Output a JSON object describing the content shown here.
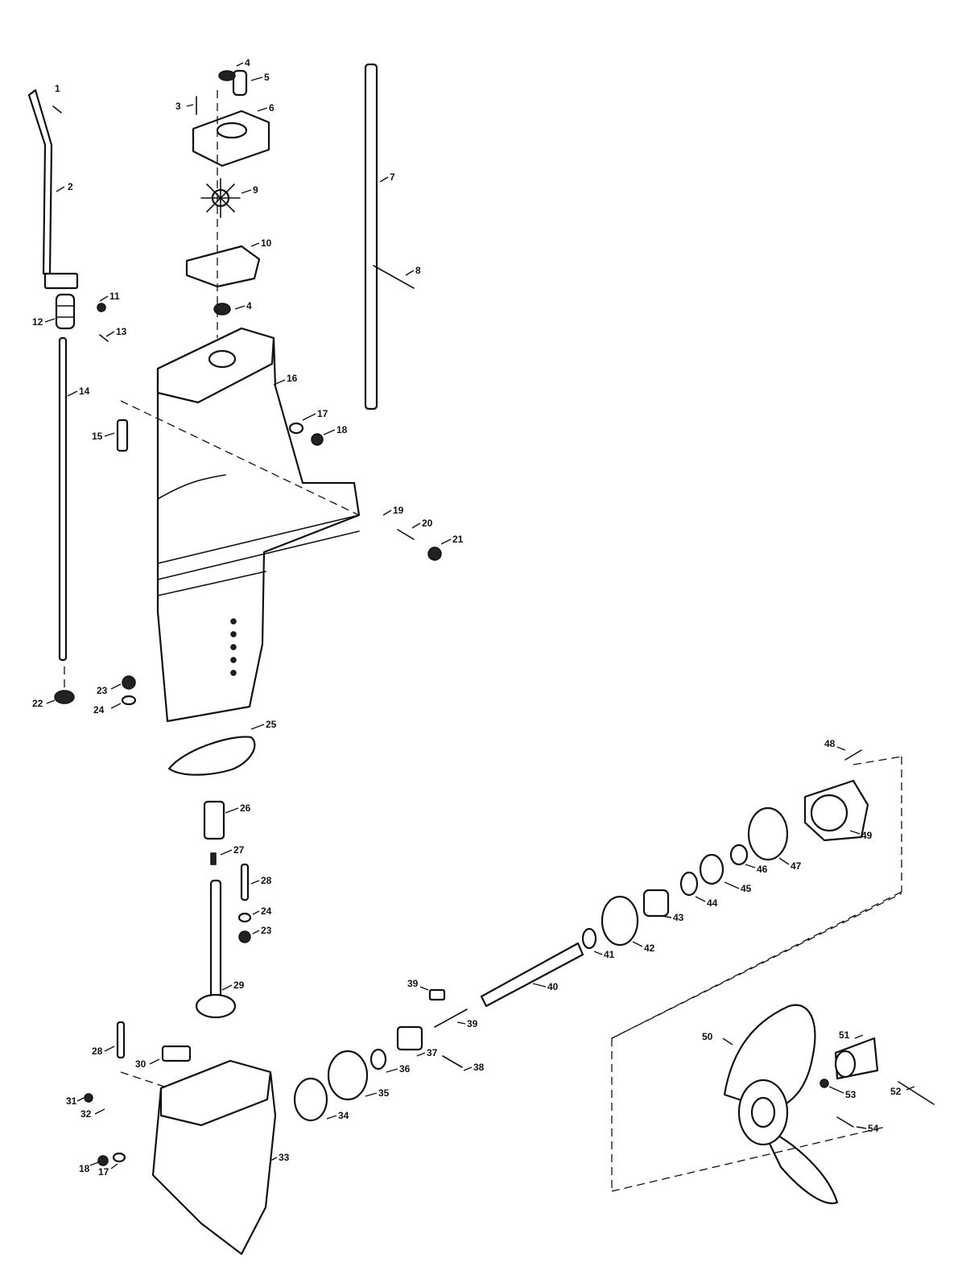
{
  "diagram": {
    "color_ink": "#111111",
    "color_paper": "#ffffff"
  },
  "callouts": {
    "c1": "1",
    "c2": "2",
    "c3": "3",
    "c4a": "4",
    "c4b": "4",
    "c5": "5",
    "c6": "6",
    "c7": "7",
    "c8": "8",
    "c9": "9",
    "c10": "10",
    "c11": "11",
    "c12": "12",
    "c13": "13",
    "c14": "14",
    "c15": "15",
    "c16": "16",
    "c17a": "17",
    "c17b": "17",
    "c18a": "18",
    "c18b": "18",
    "c19": "19",
    "c20": "20",
    "c21": "21",
    "c22": "22",
    "c23a": "23",
    "c23b": "23",
    "c24a": "24",
    "c24b": "24",
    "c25": "25",
    "c26": "26",
    "c27": "27",
    "c28a": "28",
    "c28b": "28",
    "c29": "29",
    "c30": "30",
    "c31": "31",
    "c32": "32",
    "c33": "33",
    "c34": "34",
    "c35": "35",
    "c36": "36",
    "c37": "37",
    "c38": "38",
    "c39a": "39",
    "c39b": "39",
    "c40": "40",
    "c41": "41",
    "c42": "42",
    "c43": "43",
    "c44": "44",
    "c45": "45",
    "c46": "46",
    "c47": "47",
    "c48": "48",
    "c49": "49",
    "c50": "50",
    "c51": "51",
    "c52": "52",
    "c53": "53",
    "c54": "54"
  }
}
